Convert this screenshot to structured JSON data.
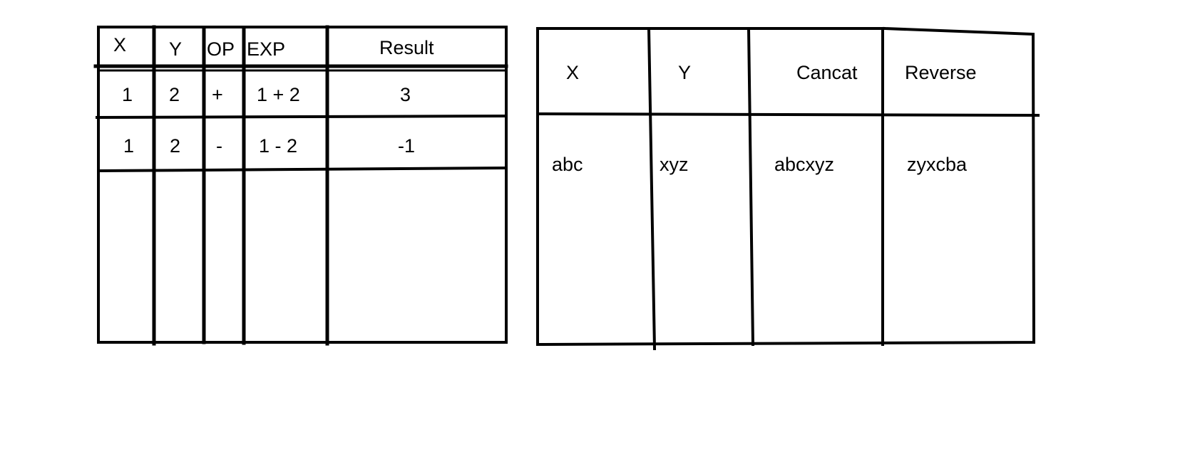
{
  "table_math": {
    "headers": [
      "X",
      "Y",
      "OP",
      "EXP",
      "Result"
    ],
    "rows": [
      [
        "1",
        "2",
        "+",
        "1 + 2",
        "3"
      ],
      [
        "1",
        "2",
        "-",
        "1 - 2",
        "-1"
      ]
    ]
  },
  "table_string": {
    "headers": [
      "X",
      "Y",
      "Cancat",
      "Reverse"
    ],
    "rows": [
      [
        "abc",
        "xyz",
        "abcxyz",
        "zyxcba"
      ]
    ]
  },
  "colors": {
    "ink": "#000000",
    "paper": "#ffffff"
  }
}
